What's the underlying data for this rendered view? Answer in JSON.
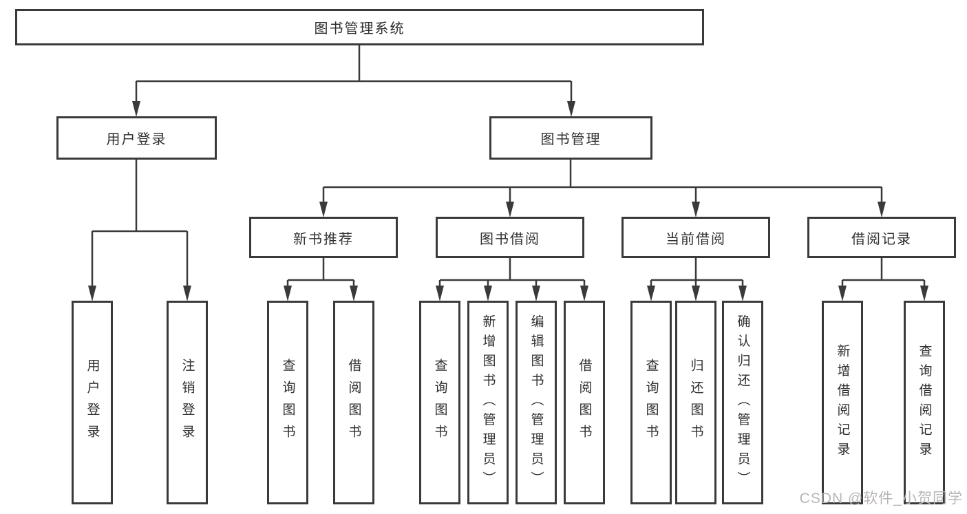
{
  "diagram": {
    "title": "图书管理系统",
    "level2": {
      "user_login": {
        "label": "用户登录",
        "children": [
          {
            "label": "用户登录"
          },
          {
            "label": "注销登录"
          }
        ]
      },
      "book_management": {
        "label": "图书管理",
        "children": {
          "new_book_recommend": {
            "label": "新书推荐",
            "children": [
              {
                "label": "查询图书"
              },
              {
                "label": "借阅图书"
              }
            ]
          },
          "book_borrowing": {
            "label": "图书借阅",
            "children": [
              {
                "label": "查询图书"
              },
              {
                "label": "新增图书（管理员）"
              },
              {
                "label": "编辑图书（管理员）"
              },
              {
                "label": "借阅图书"
              }
            ]
          },
          "current_borrowing": {
            "label": "当前借阅",
            "children": [
              {
                "label": "查询图书"
              },
              {
                "label": "归还图书"
              },
              {
                "label": "确认归还（管理员）"
              }
            ]
          },
          "borrowing_records": {
            "label": "借阅记录",
            "children": [
              {
                "label": "新增借阅记录"
              },
              {
                "label": "查询借阅记录"
              }
            ]
          }
        }
      }
    }
  },
  "watermark": {
    "text": "CSDN @软件_小贺同学"
  },
  "colors": {
    "line": "#3a3a3a",
    "text": "#2e2e2e",
    "background": "#ffffff",
    "watermark": "#b9b5b5"
  }
}
